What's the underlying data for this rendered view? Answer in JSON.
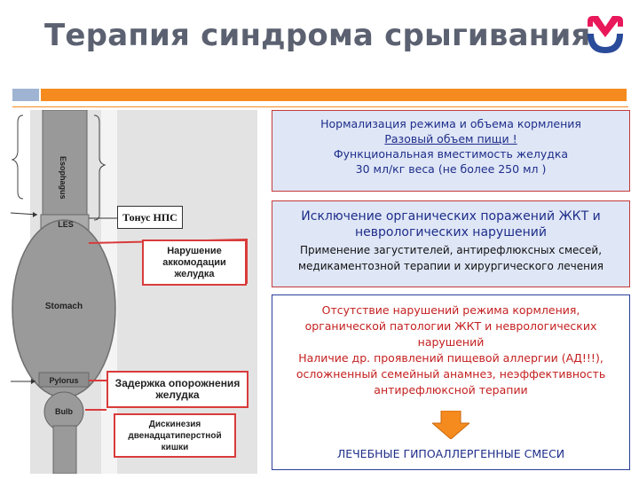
{
  "title": "Терапия синдрома срыгивания",
  "colors": {
    "accent_orange": "#f58a1f",
    "accent_blue": "#9fb3d3",
    "panel_fill": "#dfe6f6",
    "title_text": "#5b6170",
    "logo_red": "#e8185a",
    "logo_blue": "#2a4a9a"
  },
  "logo": {
    "icon": "stylized-m-logo"
  },
  "diagram": {
    "labels": {
      "esophagus": "Esophagus",
      "les": "LES",
      "stomach": "Stomach",
      "pylorus": "Pylorus",
      "bulb": "Bulb"
    },
    "tonus": "Тонус НПС",
    "boxes": {
      "accommodation": "Нарушение аккомодации желудка",
      "emptying": "Задержка опорожнения желудка",
      "dyskinesia": "Дискинезия двенадцатиперстной кишки"
    }
  },
  "panel1": {
    "line1": "Нормализация режима и объема кормления",
    "line2": "Разовый объем пищи !",
    "line3": "Функциональная вместимость желудка",
    "line4": "30 мл/кг веса (не более 250 мл )"
  },
  "panel2": {
    "head": "Исключение органических поражений ЖКТ и неврологических нарушений",
    "body": "Применение загустителей, антирефлюксных смесей, медикаментозной терапии и хирургического лечения"
  },
  "panel3": {
    "line1": "Отсутствие нарушений режима кормления, органической патологии ЖКТ и неврологических нарушений",
    "line2": "Наличие др. проявлений пищевой аллергии (АД!!!), осложненный семейный анамнез, неэффективность антирефлюксной терапии",
    "final": "ЛЕЧЕБНЫЕ ГИПОАЛЛЕРГЕННЫЕ СМЕСИ"
  }
}
